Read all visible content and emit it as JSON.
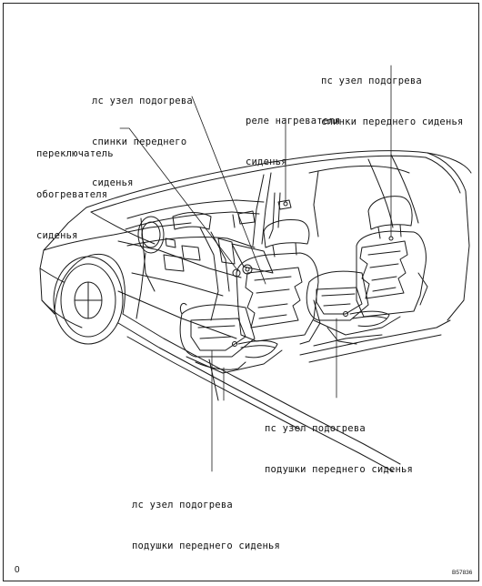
{
  "labels": {
    "lh_back_heater": [
      "лс узел подогрева",
      "спинки переднего",
      "сиденья"
    ],
    "rh_back_heater": [
      "пс узел подогрева",
      "спинки переднего сиденья"
    ],
    "seat_heater_relay": [
      "реле нагревателя",
      "сиденья"
    ],
    "seat_heater_switch": [
      "переключатель",
      "обогревателя",
      "сиденья"
    ],
    "rh_cushion_heater": [
      "пс узел подогрева",
      "подушки переднего сиденья"
    ],
    "lh_cushion_heater": [
      "лс узел подогрева",
      "подушки переднего сиденья"
    ]
  },
  "corner_left": "0",
  "figure_code": "B57836",
  "colors": {
    "line": "#1a1a1a",
    "background": "#ffffff"
  }
}
